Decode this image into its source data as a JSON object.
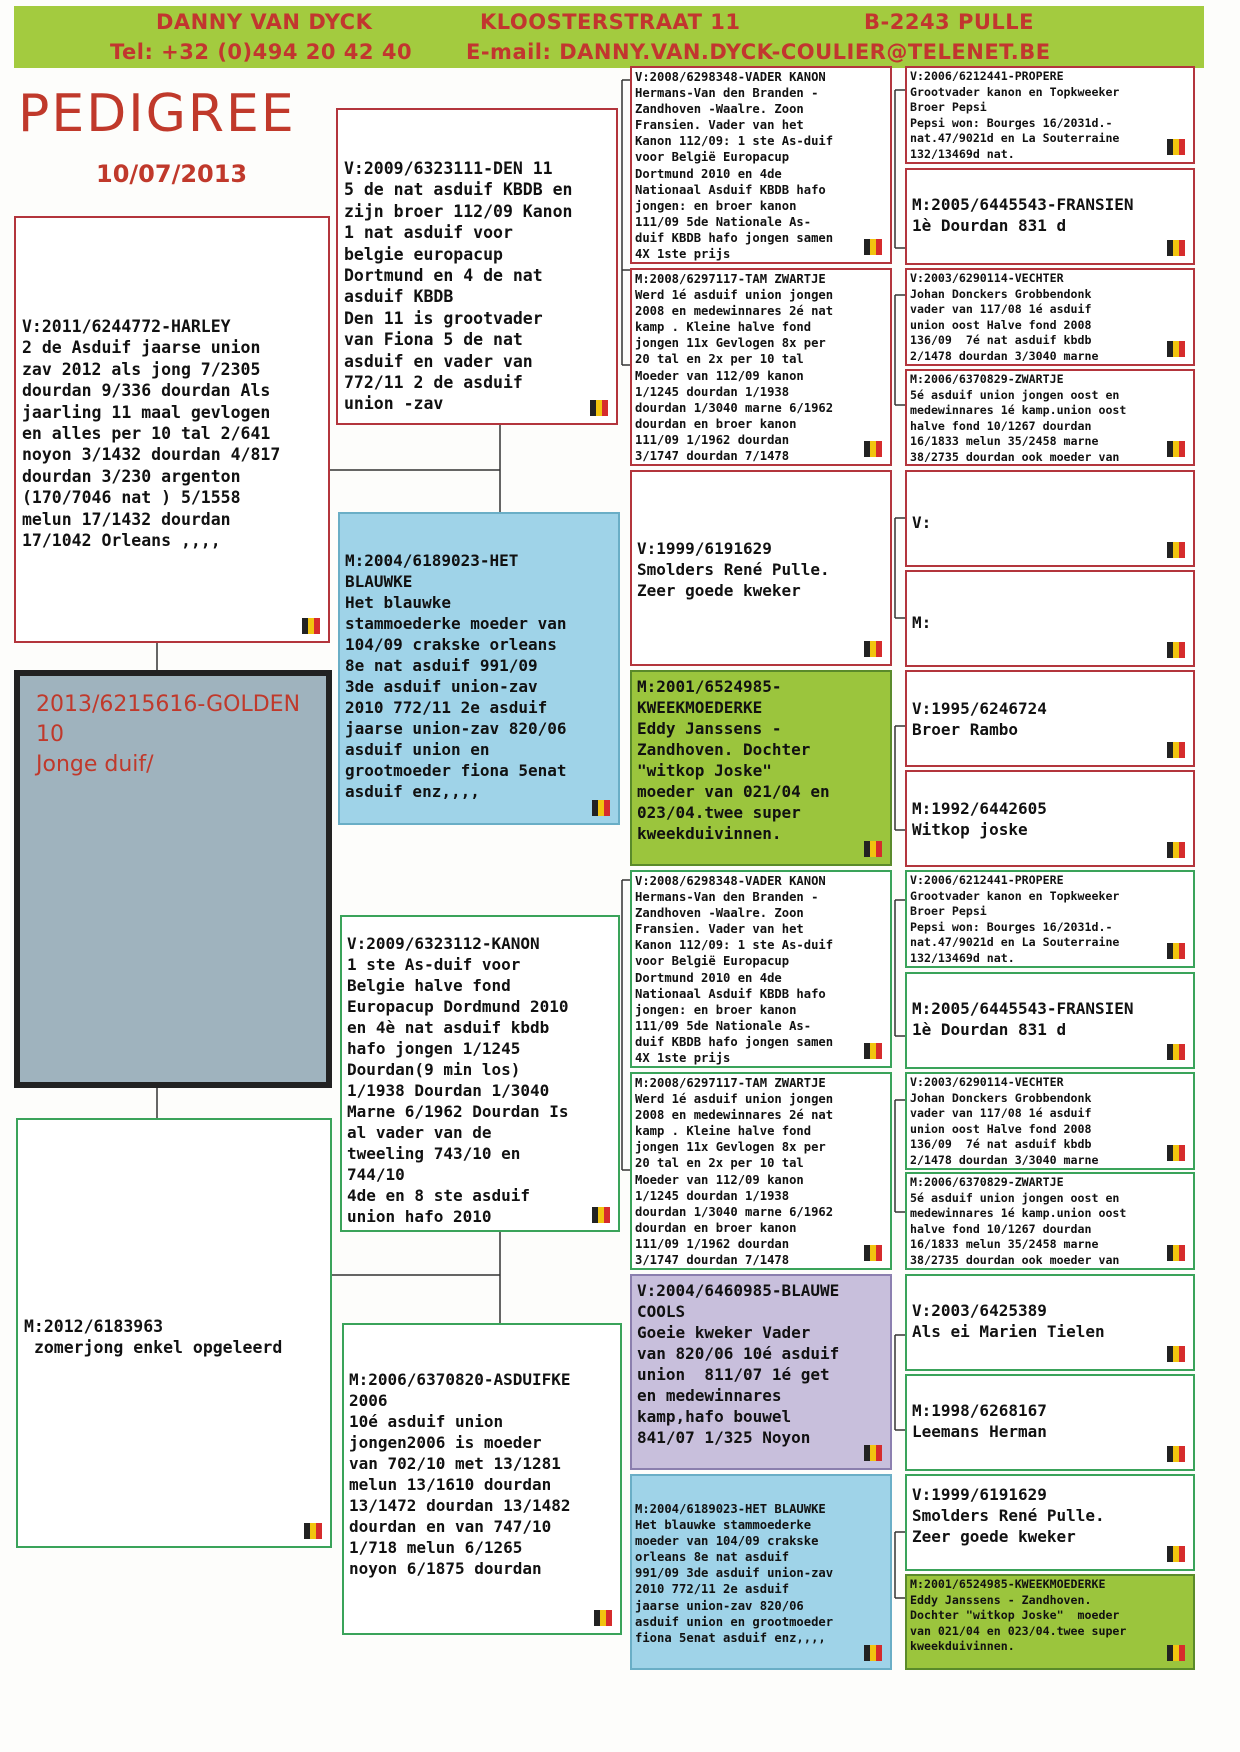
{
  "header": {
    "name": "DANNY VAN DYCK",
    "street": "KLOOSTERSTRAAT 11",
    "city": "B-2243   PULLE",
    "tel": "Tel: +32 (0)494 20 42 40",
    "email": "E-mail: DANNY.VAN.DYCK-COULIER@TELENET.BE"
  },
  "title": "PEDIGREE",
  "date": "10/07/2013",
  "subject": "2013/6215616-GOLDEN\n10\nJonge duif/",
  "gen1": {
    "sire": "V:2011/6244772-HARLEY\n2 de Asduif jaarse union\nzav 2012 als jong 7/2305\ndourdan 9/336 dourdan Als\njaarling 11 maal gevlogen\nen alles per 10 tal 2/641\nnoyon 3/1432 dourdan 4/817\ndourdan 3/230 argenton\n(170/7046 nat ) 5/1558\nmelun 17/1432 dourdan\n17/1042 Orleans ,,,,",
    "dam": "M:2012/6183963\n zomerjong enkel opgeleerd"
  },
  "gen2": {
    "ss": "V:2009/6323111-DEN 11\n5 de nat asduif KBDB en\nzijn broer 112/09 Kanon\n1 nat asduif voor\nbelgie europacup\nDortmund en 4 de nat\nasduif KBDB\nDen 11 is grootvader\nvan Fiona 5 de nat\nasduif en vader van\n772/11 2 de asduif\nunion -zav",
    "sd": "M:2004/6189023-HET\nBLAUWKE\nHet blauwke\nstammoederke moeder van\n104/09 crakske orleans\n8e nat asduif 991/09\n3de asduif union-zav\n2010 772/11 2e asduif\njaarse union-zav 820/06\nasduif union en\ngrootmoeder fiona 5enat\nasduif enz,,,,",
    "ds": "V:2009/6323112-KANON\n1 ste As-duif voor\nBelgie halve fond\nEuropacup Dordmund 2010\nen 4è nat asduif kbdb\nhafo jongen 1/1245\nDourdan(9 min los)\n1/1938 Dourdan 1/3040\nMarne 6/1962 Dourdan Is\nal vader van de\ntweeling 743/10 en\n744/10\n4de en 8 ste asduif\nunion hafo 2010",
    "dd": "M:2006/6370820-ASDUIFKE\n2006\n10é asduif union\njongen2006 is moeder\nvan 702/10 met 13/1281\nmelun 13/1610 dourdan\n13/1472 dourdan 13/1482\ndourdan en van 747/10\n1/718 melun 6/1265\nnoyon 6/1875 dourdan"
  },
  "gen3": {
    "sss": "V:2008/6298348-VADER KANON\nHermans-Van den Branden -\nZandhoven -Waalre. Zoon\nFransien. Vader van het\nKanon 112/09: 1 ste As-duif\nvoor België Europacup\nDortmund 2010 en 4de\nNationaal Asduif KBDB hafo\njongen: en broer kanon\n111/09 5de Nationale As-\nduif KBDB hafo jongen samen\n4X 1ste prijs",
    "ssd": "M:2008/6297117-TAM ZWARTJE\nWerd 1é asduif union jongen\n2008 en medewinnares 2é nat\nkamp . Kleine halve fond\njongen 11x Gevlogen 8x per\n20 tal en 2x per 10 tal\nMoeder van 112/09 kanon\n1/1245 dourdan 1/1938\ndourdan 1/3040 marne 6/1962\ndourdan en broer kanon\n111/09 1/1962 dourdan\n3/1747 dourdan 7/1478",
    "sds": "V:1999/6191629\nSmolders René Pulle.\nZeer goede kweker",
    "sdd": "M:2001/6524985-\nKWEEKMOEDERKE\nEddy Janssens -\nZandhoven. Dochter\n\"witkop Joske\"\nmoeder van 021/04 en\n023/04.twee super\nkweekduivinnen.",
    "dss": "V:2008/6298348-VADER KANON\nHermans-Van den Branden -\nZandhoven -Waalre. Zoon\nFransien. Vader van het\nKanon 112/09: 1 ste As-duif\nvoor België Europacup\nDortmund 2010 en 4de\nNationaal Asduif KBDB hafo\njongen: en broer kanon\n111/09 5de Nationale As-\nduif KBDB hafo jongen samen\n4X 1ste prijs",
    "dsd": "M:2008/6297117-TAM ZWARTJE\nWerd 1é asduif union jongen\n2008 en medewinnares 2é nat\nkamp . Kleine halve fond\njongen 11x Gevlogen 8x per\n20 tal en 2x per 10 tal\nMoeder van 112/09 kanon\n1/1245 dourdan 1/1938\ndourdan 1/3040 marne 6/1962\ndourdan en broer kanon\n111/09 1/1962 dourdan\n3/1747 dourdan 7/1478",
    "dds": "V:2004/6460985-BLAUWE\nCOOLS\nGoeie kweker Vader\nvan 820/06 10é asduif\nunion  811/07 1é get\nen medewinnares\nkamp,hafo bouwel\n841/07 1/325 Noyon",
    "ddd": "M:2004/6189023-HET BLAUWKE\nHet blauwke stammoederke\nmoeder van 104/09 crakske\norleans 8e nat asduif\n991/09 3de asduif union-zav\n2010 772/11 2e asduif\njaarse union-zav 820/06\nasduif union en grootmoeder\nfiona 5enat asduif enz,,,,"
  },
  "gen4": {
    "a": "V:2006/6212441-PROPERE\nGrootvader kanon en Topkweeker\nBroer Pepsi\nPepsi won: Bourges 16/2031d.-\nnat.47/9021d en La Souterraine\n132/13469d nat.",
    "b": "M:2005/6445543-FRANSIEN\n1è Dourdan 831 d",
    "c": "V:2003/6290114-VECHTER\nJohan Donckers Grobbendonk\nvader van 117/08 1é asduif\nunion oost Halve fond 2008\n136/09  7é nat asduif kbdb\n2/1478 dourdan 3/3040 marne",
    "d": "M:2006/6370829-ZWARTJE\n5é asduif union jongen oost en\nmedewinnares 1é kamp.union oost\nhalve fond 10/1267 dourdan\n16/1833 melun 35/2458 marne\n38/2735 dourdan ook moeder van",
    "e": "V:",
    "f": "M:",
    "g": "V:1995/6246724\nBroer Rambo",
    "h": "M:1992/6442605\nWitkop joske",
    "i": "V:2006/6212441-PROPERE\nGrootvader kanon en Topkweeker\nBroer Pepsi\nPepsi won: Bourges 16/2031d.-\nnat.47/9021d en La Souterraine\n132/13469d nat.",
    "j": "M:2005/6445543-FRANSIEN\n1è Dourdan 831 d",
    "k": "V:2003/6290114-VECHTER\nJohan Donckers Grobbendonk\nvader van 117/08 1é asduif\nunion oost Halve fond 2008\n136/09  7é nat asduif kbdb\n2/1478 dourdan 3/3040 marne",
    "l": "M:2006/6370829-ZWARTJE\n5é asduif union jongen oost en\nmedewinnares 1é kamp.union oost\nhalve fond 10/1267 dourdan\n16/1833 melun 35/2458 marne\n38/2735 dourdan ook moeder van",
    "m": "V:2003/6425389\nAls ei Marien Tielen",
    "n": "M:1998/6268167\nLeemans Herman",
    "o": "V:1999/6191629\nSmolders René Pulle.\nZeer goede kweker",
    "p": "M:2001/6524985-KWEEKMOEDERKE\nEddy Janssens - Zandhoven.\nDochter \"witkop Joske\"  moeder\nvan 021/04 en 023/04.twee super\nkweekduivinnen."
  },
  "colors": {
    "red": "#b3353c",
    "green": "#3aa35a",
    "lime": "#9bc53d",
    "blue": "#9fd3e8",
    "lavender": "#c8bfdc",
    "header": "#a3cb3f"
  }
}
